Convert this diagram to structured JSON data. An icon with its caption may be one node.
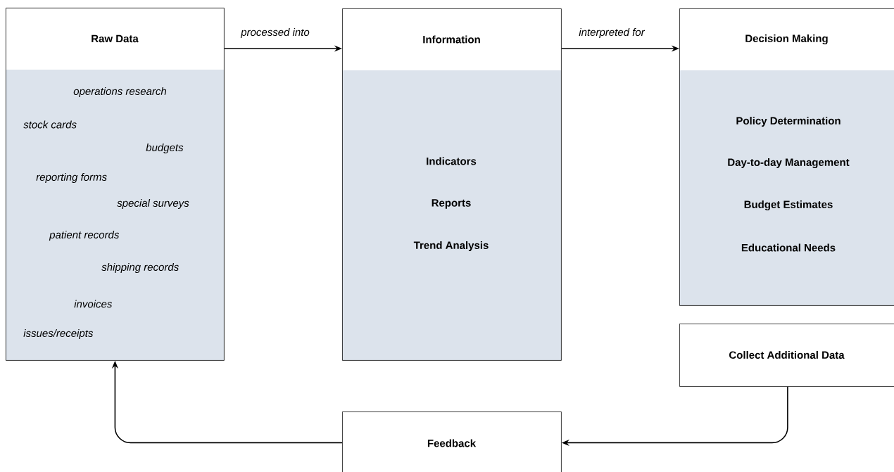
{
  "diagram": {
    "nodes": [
      {
        "text": [
          "Raw Data",
          "operations research",
          "stock cards",
          "budgets",
          "reporting forms",
          "special surveys",
          "patient records",
          "shipping records",
          "invoices",
          "issues/receipts"
        ]
      },
      {
        "text": [
          "Information",
          "Indicators",
          "Reports",
          "Trend Analysis"
        ]
      },
      {
        "text": [
          "Decision Making",
          "Policy Determination",
          "Day-to-day Management",
          "Budget Estimates",
          "Educational Needs"
        ]
      },
      {
        "text": [
          "Collect Additional Data"
        ]
      },
      {
        "text": [
          "Feedback"
        ]
      }
    ],
    "edges": [
      {
        "from": 0,
        "to": 1,
        "arrow": "to",
        "label": "processed into"
      },
      {
        "from": 1,
        "to": 2,
        "arrow": "to",
        "label": "interpreted for"
      },
      {
        "from": 3,
        "to": 4,
        "arrow": "to"
      },
      {
        "from": 4,
        "to": 0,
        "arrow": "to"
      }
    ]
  }
}
